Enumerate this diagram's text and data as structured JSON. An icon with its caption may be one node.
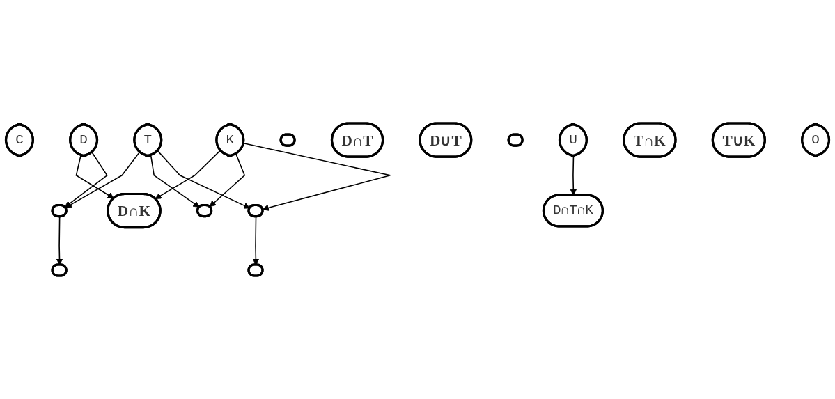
{
  "diagram": {
    "nodes": [
      {
        "text": [],
        "shape": "ellipse"
      },
      {
        "text": [
          "D∩K"
        ]
      },
      {
        "text": [
          "C"
        ]
      },
      {
        "text": [
          "D"
        ]
      },
      {
        "text": [
          "T"
        ]
      },
      {
        "text": [
          "K"
        ]
      },
      {
        "text": [
          "O"
        ]
      },
      {
        "text": [],
        "shape": "ellipse"
      },
      {
        "text": [
          "D∪T"
        ]
      },
      {
        "text": [],
        "shape": "ellipse"
      },
      {
        "text": [
          "D∩T"
        ]
      },
      {
        "text": [],
        "shape": "ellipse"
      },
      {
        "text": [],
        "shape": "ellipse"
      },
      {
        "text": [
          "D∩T∩K"
        ]
      },
      {
        "text": [],
        "shape": "ellipse"
      },
      {
        "text": [
          "T∩K"
        ]
      },
      {
        "text": [],
        "shape": "ellipse"
      },
      {
        "text": [
          "T∪K"
        ]
      },
      {
        "text": [
          "U"
        ]
      }
    ],
    "edges": [
      {
        "from": 3,
        "to": 1,
        "arrow": "to"
      },
      {
        "from": 5,
        "to": 1,
        "arrow": "to"
      },
      {
        "from": 3,
        "to": 9,
        "arrow": "to"
      },
      {
        "from": 4,
        "to": 9,
        "arrow": "to"
      },
      {
        "from": 4,
        "to": 11,
        "arrow": "to"
      },
      {
        "from": 4,
        "to": 14,
        "arrow": "to"
      },
      {
        "from": 5,
        "to": 11,
        "arrow": "to"
      },
      {
        "from": 5,
        "to": 14,
        "arrow": "to"
      },
      {
        "from": 9,
        "to": 7,
        "arrow": "to"
      },
      {
        "from": 14,
        "to": 16,
        "arrow": "to"
      },
      {
        "from": 18,
        "to": 13,
        "arrow": "to"
      }
    ]
  }
}
